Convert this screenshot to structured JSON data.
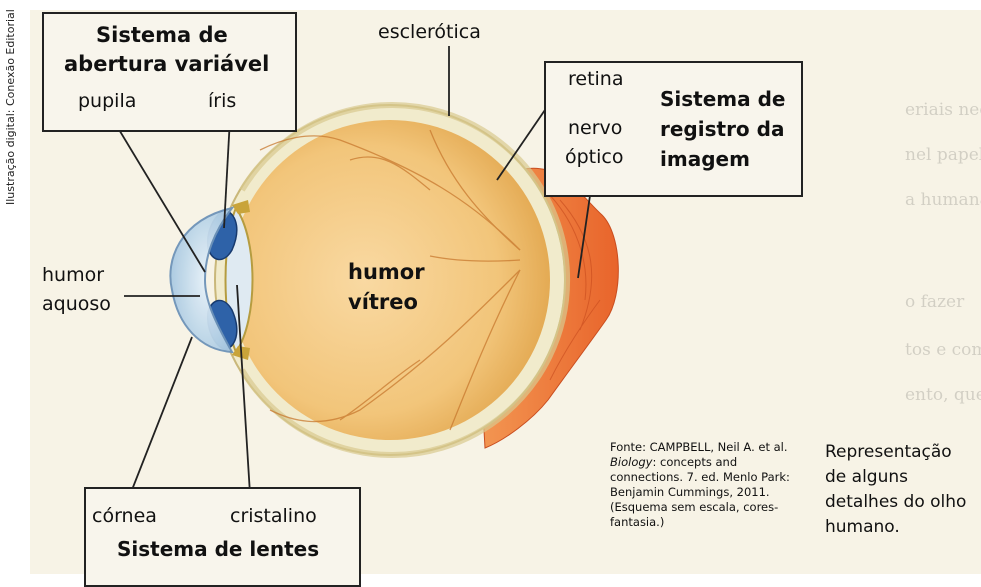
{
  "credit": "Ilustração digital: Conexão Editorial",
  "labels": {
    "aperture_title_line1": "Sistema de",
    "aperture_title_line2": "abertura variável",
    "pupila": "pupila",
    "iris": "íris",
    "esclerotica": "esclerótica",
    "retina": "retina",
    "nervo_line1": "nervo",
    "nervo_line2": "óptico",
    "registro_line1": "Sistema de",
    "registro_line2": "registro da",
    "registro_line3": "imagem",
    "humor_aquoso_line1": "humor",
    "humor_aquoso_line2": "aquoso",
    "humor_vitreo_line1": "humor",
    "humor_vitreo_line2": "vítreo",
    "cornea": "córnea",
    "cristalino": "cristalino",
    "lentes_title": "Sistema de lentes"
  },
  "source": {
    "prefix": "Fonte: CAMPBELL, Neil A. et al. ",
    "book": "Biology",
    "suffix": ": concepts and connections. 7. ed. Menlo Park: Benjamin Cummings, 2011. (Esquema sem escala, cores-fantasia.)"
  },
  "caption": "Representação de alguns detalhes do olho humano.",
  "colors": {
    "sclera": "#f1ebcc",
    "vitreous": "#f2c77a",
    "iris": "#2e62a8",
    "optic_nerve": "#ef7a3c",
    "lines": "#222222"
  }
}
